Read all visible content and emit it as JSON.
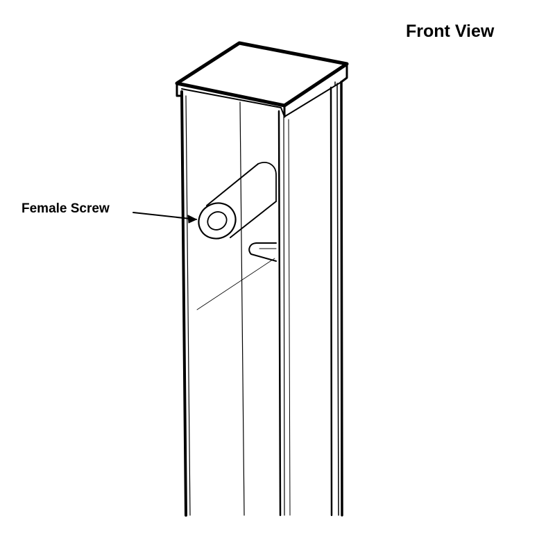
{
  "diagram": {
    "title": "Front View",
    "callouts": [
      {
        "label": "Female Screw",
        "target": "female-screw"
      }
    ]
  },
  "colors": {
    "line": "#000000",
    "background": "#ffffff"
  }
}
